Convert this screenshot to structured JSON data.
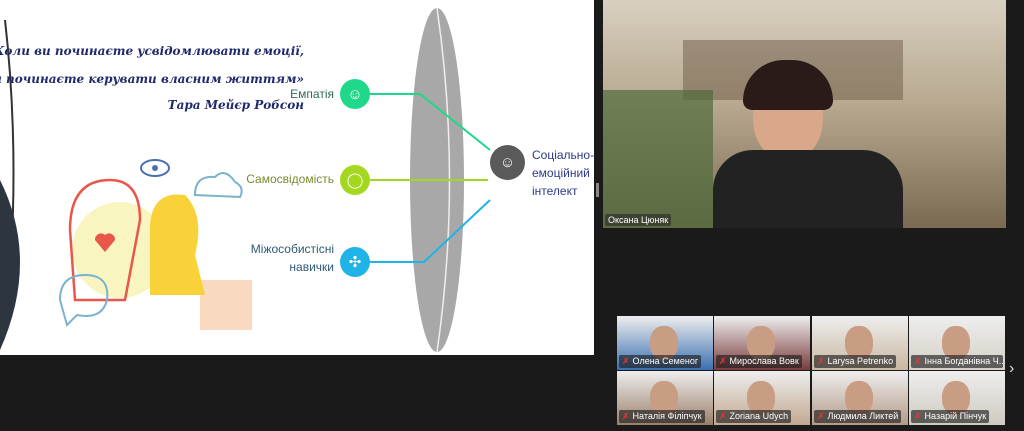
{
  "slide": {
    "quote_line1": "«Коли ви починаєте усвідомлювати емоції,",
    "quote_line2": "ви починаєте керувати власним життям»",
    "quote_author": "Тара Мейєр Робсон",
    "items": [
      {
        "label": "Емпатія",
        "color": "#1fd88a"
      },
      {
        "label": "Самосвідомість",
        "color": "#a3d81f"
      },
      {
        "label": "Міжособистісні навички",
        "color": "#1fb3e8"
      }
    ],
    "result_line1": "Соціально-",
    "result_line2": "емоційний",
    "result_line3": "інтелект"
  },
  "speaker": {
    "name": "Оксана Цюняк"
  },
  "gallery": [
    {
      "name": "Олена Семеног",
      "bg": "#3a6fb0"
    },
    {
      "name": "Мирослава Вовк",
      "bg": "#7a3b3b"
    },
    {
      "name": "Larysa Petrenko",
      "bg": "#c9b8a0"
    },
    {
      "name": "Інна Богданівна Ч...",
      "bg": "#d5cfc6"
    },
    {
      "name": "Наталія Філіпчук",
      "bg": "#9a7f6a"
    },
    {
      "name": "Zoriana Udych",
      "bg": "#c2a890"
    },
    {
      "name": "Людмила Ликтей",
      "bg": "#b49a88"
    },
    {
      "name": "Назарій Пінчук",
      "bg": "#cfcac0"
    }
  ]
}
